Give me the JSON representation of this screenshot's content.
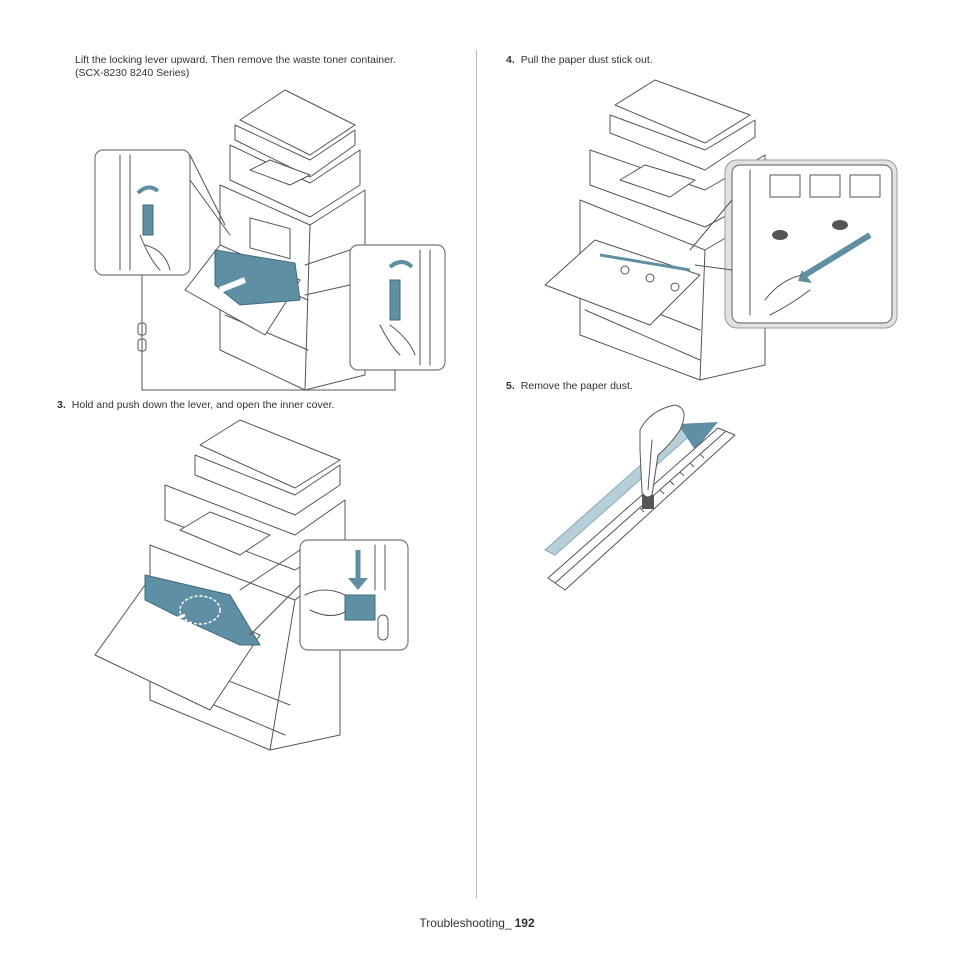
{
  "left_column": {
    "intro_text_line1": "Lift the locking lever upward. Then remove the waste toner container.",
    "intro_text_line2": "(SCX-8230 8240 Series)",
    "step3": {
      "number": "3.",
      "text": "Hold and push down the lever, and open the inner cover."
    }
  },
  "right_column": {
    "step4": {
      "number": "4.",
      "text": "Pull the paper dust stick out."
    },
    "step5": {
      "number": "5.",
      "text": "Remove the paper dust."
    }
  },
  "footer": {
    "section": "Troubleshooting_",
    "page_number": "192"
  },
  "colors": {
    "accent_blue": "#5f8fa3",
    "text": "#333333",
    "divider": "#b8b8b8"
  },
  "illustrations": [
    "printer-waste-toner-removal-illustration",
    "printer-inner-cover-illustration",
    "printer-paper-dust-stick-illustration",
    "paper-dust-removal-illustration"
  ]
}
